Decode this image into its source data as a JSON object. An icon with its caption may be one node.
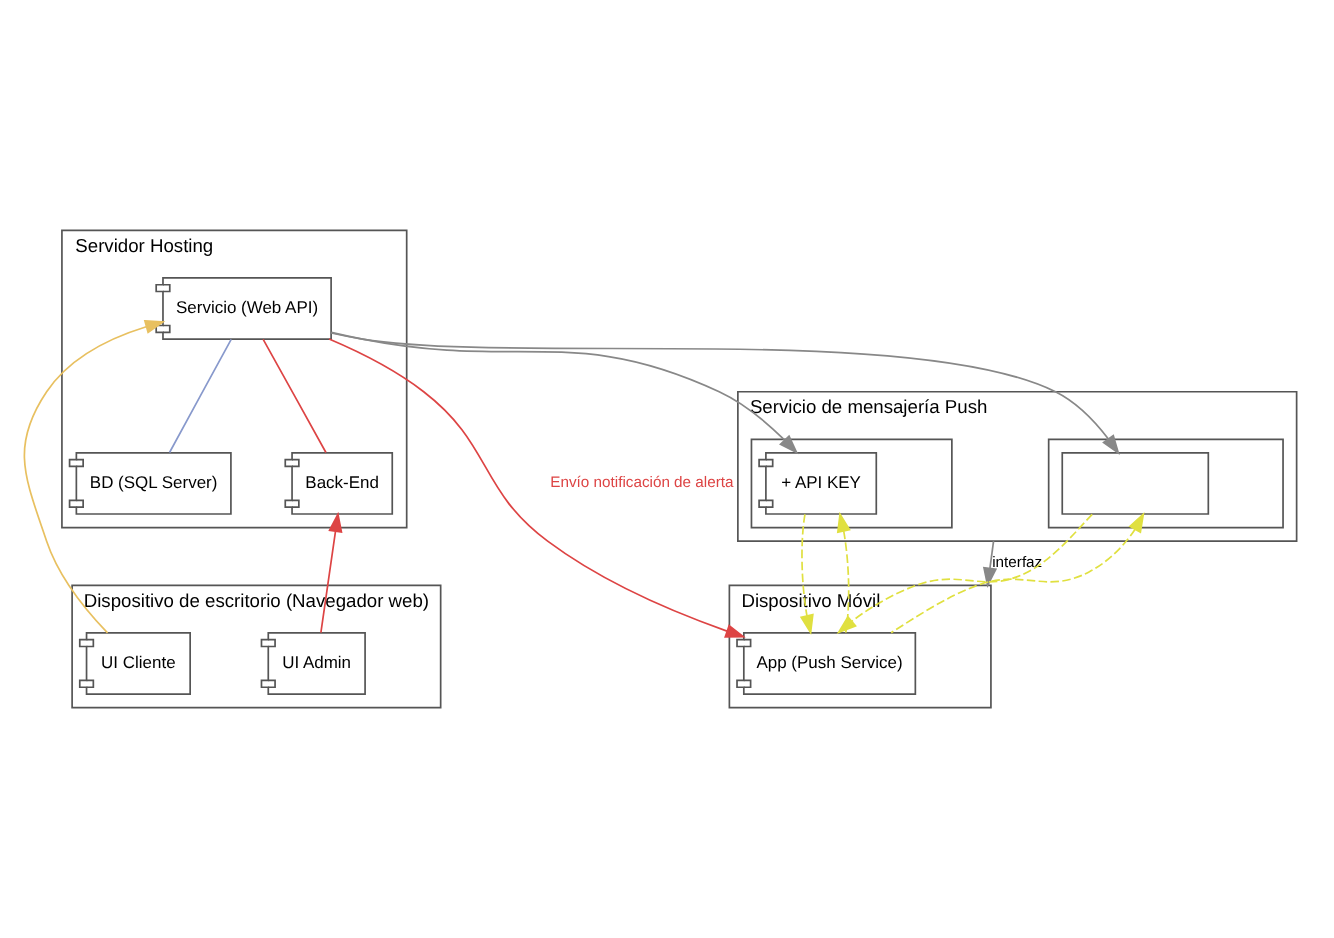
{
  "diagram": {
    "nodes": [
      {
        "text": [
          "Servidor Hosting"
        ]
      },
      {
        "text": [
          "Servicio (Web API)"
        ],
        "in": 0
      },
      {
        "text": [
          "BD (SQL Server)"
        ],
        "in": 0
      },
      {
        "text": [
          "Back-End"
        ],
        "in": 0
      },
      {
        "text": [
          "Servicio de mensajería Push"
        ]
      },
      {
        "text": [],
        "shape": "box",
        "in": 4
      },
      {
        "text": [],
        "shape": "box",
        "in": 5
      },
      {
        "text": [],
        "shape": "box",
        "in": 4
      },
      {
        "text": [
          "+ API KEY"
        ],
        "in": 7
      },
      {
        "text": [
          "Dispositivo de escritorio (Navegador web)"
        ]
      },
      {
        "text": [
          "UI Cliente"
        ],
        "in": 9
      },
      {
        "text": [
          "UI Admin"
        ],
        "in": 9
      },
      {
        "text": [
          "Dispositivo Móvil"
        ]
      },
      {
        "text": [
          "App (Push Service)"
        ],
        "in": 12
      }
    ],
    "edges": [
      {
        "from": 1,
        "to": 2,
        "arrow": "none",
        "color": "#8899cc"
      },
      {
        "from": 1,
        "to": 3,
        "arrow": "none",
        "color": "#dd4444"
      },
      {
        "from": 1,
        "to": 6,
        "arrow": "to"
      },
      {
        "from": 1,
        "to": 8,
        "arrow": "to"
      },
      {
        "from": 10,
        "to": 1,
        "arrow": "to",
        "color": "#e8c060"
      },
      {
        "from": 11,
        "to": 3,
        "arrow": "to",
        "color": "#dd4444"
      },
      {
        "from": 1,
        "to": 13,
        "arrow": "to",
        "label": "Envío notificación de alerta",
        "color": "#dd4444"
      },
      {
        "from": 4,
        "to": 12,
        "arrow": "to",
        "label": "interfaz"
      },
      {
        "from": 6,
        "to": 13,
        "arrow": "to",
        "style": "dashed",
        "color": "#e0e040"
      },
      {
        "from": 13,
        "to": 6,
        "arrow": "to",
        "style": "dashed",
        "color": "#e0e040"
      },
      {
        "from": 8,
        "to": 13,
        "arrow": "to",
        "style": "dashed",
        "color": "#e0e040"
      },
      {
        "from": 13,
        "to": 8,
        "arrow": "to",
        "style": "dashed",
        "color": "#e0e040"
      }
    ]
  }
}
